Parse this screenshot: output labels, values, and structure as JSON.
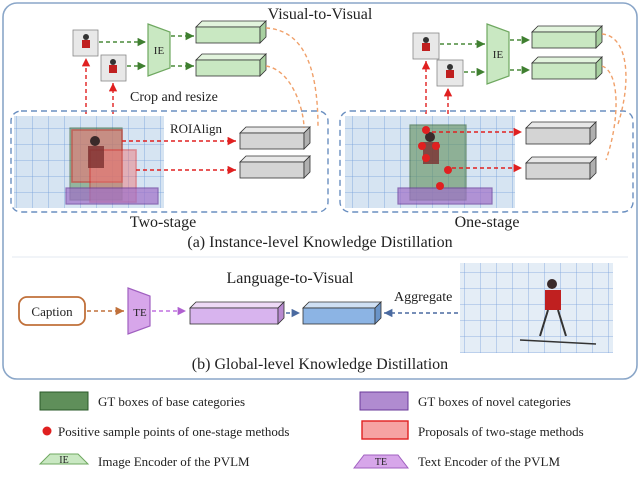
{
  "top": {
    "title": "Visual-to-Visual",
    "crop_label": "Crop and resize",
    "roialign_label": "ROIAlign",
    "two_stage_label": "Two-stage",
    "one_stage_label": "One-stage",
    "caption_a": "(a) Instance-level Knowledge Distillation",
    "ie_label": "IE"
  },
  "bottom": {
    "title": "Language-to-Visual",
    "caption_box": "Caption",
    "te_label": "TE",
    "aggregate_label": "Aggregate",
    "caption_b": "(b) Global-level Knowledge Distillation"
  },
  "legend": {
    "gt_base": "GT boxes of base categories",
    "gt_novel": "GT boxes of novel categories",
    "pos_points": "Positive sample points of one-stage methods",
    "proposals": "Proposals of two-stage methods",
    "ie_icon_label": "IE",
    "ie_desc": "Image Encoder of  the PVLM",
    "te_icon_label": "TE",
    "te_desc": "Text Encoder of  the PVLM"
  },
  "colors": {
    "panel_border": "#8aa6c8",
    "grid_blue": "#4a7fd0",
    "green_box": "#5f8f5a",
    "green_fill": "#c9e8c2",
    "purple_fill": "#b08bd0",
    "red": "#e02020",
    "orange_box": "#c0703a",
    "te_fill": "#d7a6ea",
    "feat_blue": "#8cb4e4",
    "feat_purple": "#d8b4ee",
    "dash_orange": "#f0a06a",
    "dash_green": "#4a8a3a"
  }
}
